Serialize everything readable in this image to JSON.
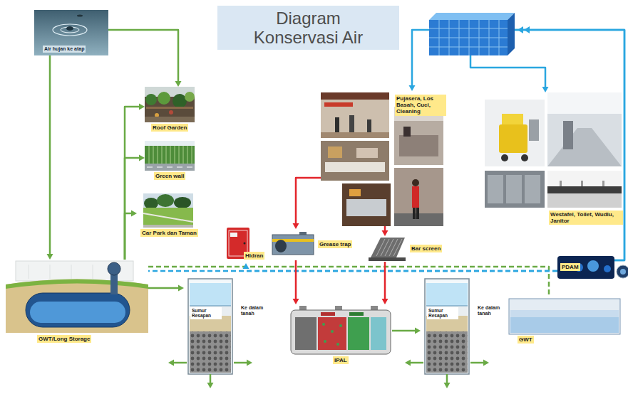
{
  "diagram": {
    "title": "Diagram Konservasi Air",
    "nodes": [
      {
        "text": [
          "Air hujan ke atap"
        ]
      },
      {
        "text": [
          "Pujasera, Los Basah, Cuci, Cleaning"
        ]
      },
      {
        "text": [
          "Westafel, Toilet, Wudlu, Janitor"
        ]
      },
      {
        "text": [
          "Roof Garden"
        ]
      },
      {
        "text": [
          "Green wall"
        ]
      },
      {
        "text": [
          "Car Park dan Taman"
        ]
      },
      {
        "text": [
          "Hidran"
        ]
      },
      {
        "text": [
          "Grease trap"
        ]
      },
      {
        "text": [
          "Bar screen"
        ]
      },
      {
        "text": [
          "PDAM"
        ]
      },
      {
        "text": [
          "GWT/Long Storage"
        ]
      },
      {
        "text": [
          "Sumur Resapan",
          "Ke dalam tanah"
        ]
      },
      {
        "text": [
          "IPAL"
        ]
      },
      {
        "text": [
          "Sumur Resapan",
          "Ke dalam tanah"
        ]
      },
      {
        "text": [
          "GWT"
        ]
      }
    ],
    "edges": [
      {
        "from": 0,
        "to": 10,
        "arrow": "to"
      },
      {
        "from": 0,
        "to": 3,
        "arrow": "to"
      },
      {
        "from": 10,
        "to": 3,
        "arrow": "to"
      },
      {
        "from": 10,
        "to": 4,
        "arrow": "to"
      },
      {
        "from": 10,
        "to": 5,
        "arrow": "to"
      },
      {
        "from": 10,
        "to": 11,
        "arrow": "to"
      },
      {
        "from": 10,
        "to": 14,
        "arrow": "none"
      },
      {
        "from": 9,
        "to": 1,
        "arrow": "to"
      },
      {
        "from": 9,
        "to": 2,
        "arrow": "to"
      },
      {
        "from": 9,
        "to": 6,
        "arrow": "to"
      },
      {
        "from": 9,
        "to": 10,
        "arrow": "none"
      },
      {
        "from": 1,
        "to": 7,
        "arrow": "to"
      },
      {
        "from": 1,
        "to": 8,
        "arrow": "to"
      },
      {
        "from": 7,
        "to": 12,
        "arrow": "to"
      },
      {
        "from": 8,
        "to": 12,
        "arrow": "to"
      },
      {
        "from": 12,
        "to": 13,
        "arrow": "to"
      }
    ]
  }
}
